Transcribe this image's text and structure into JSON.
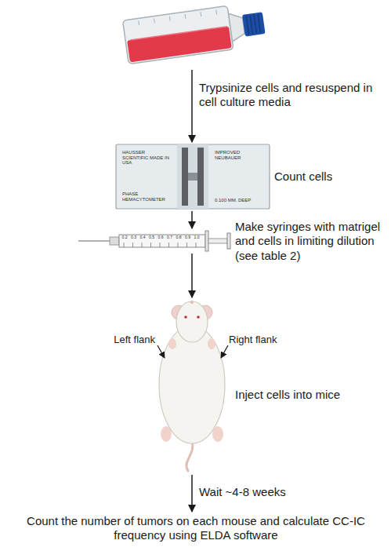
{
  "diagram": {
    "nodes": [
      {
        "text": []
      },
      {
        "text": [
          "Count cells"
        ]
      },
      {
        "text": [
          "Make syringes with matrigel and cells in limiting dilution (see table 2)"
        ]
      },
      {
        "text": [
          "Left flank",
          "Right flank",
          "Inject cells into mice"
        ]
      },
      {
        "text": [
          "Count the number of tumors on each mouse and calculate CC-IC frequency using ELDA software"
        ]
      }
    ],
    "edges": [
      {
        "from": 0,
        "to": 1,
        "arrow": "to",
        "label": "Trypsinize cells and resuspend in cell culture media"
      },
      {
        "from": 1,
        "to": 2,
        "arrow": "to"
      },
      {
        "from": 2,
        "to": 3,
        "arrow": "to"
      },
      {
        "from": 3,
        "to": 4,
        "arrow": "to",
        "label": "Wait ~4-8 weeks"
      }
    ],
    "labels": [
      "HAUSSER SCIENTIFIC MADE IN USA",
      "IMPROVED NEUBAUER",
      "PHASE HEMACYTOMETER",
      "0.100 MM. DEEP",
      "0.2",
      "0.3",
      "0.4",
      "0.5",
      "0.6",
      "0.7",
      "0.8",
      "0.9",
      "1.0"
    ]
  }
}
